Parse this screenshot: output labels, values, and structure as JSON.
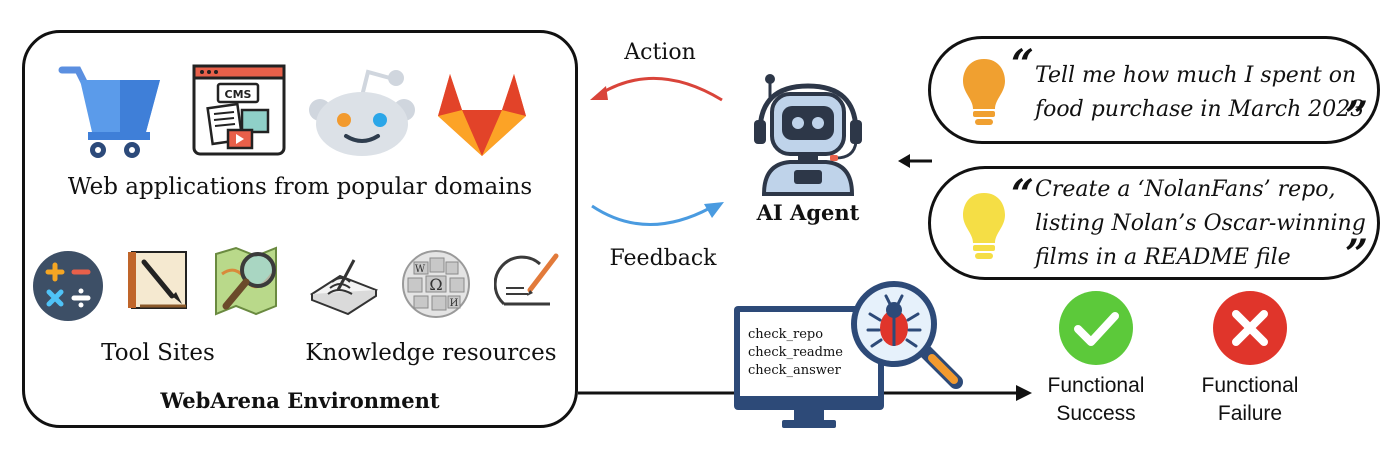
{
  "environment": {
    "web_apps_label": "Web applications from popular domains",
    "tool_sites_label": "Tool Sites",
    "knowledge_label": "Knowledge resources",
    "title": "WebArena Environment"
  },
  "arrows": {
    "action_label": "Action",
    "feedback_label": "Feedback"
  },
  "agent": {
    "label": "AI Agent"
  },
  "intents": [
    {
      "lines": [
        "Tell me how much I spent on",
        "food purchase in March 2023"
      ],
      "bulb_color": "#F0A030"
    },
    {
      "lines": [
        "Create a ‘NolanFans’ repo,",
        "listing Nolan’s Oscar-winning",
        "films in a README file"
      ],
      "bulb_color": "#F5DE45"
    }
  ],
  "quote_open": "“",
  "quote_close": "”",
  "checker": {
    "lines": [
      "check_repo",
      "check_readme",
      "check_answer"
    ]
  },
  "outcomes": {
    "success_line1": "Functional",
    "success_line2": "Success",
    "failure_line1": "Functional",
    "failure_line2": "Failure",
    "success_color": "#5CC93A",
    "failure_color": "#E0352B"
  },
  "icons": [
    "shopping-cart-icon",
    "cms-icon",
    "reddit-icon",
    "gitlab-icon",
    "calculator-icon",
    "notebook-pen-icon",
    "map-magnifier-icon",
    "open-book-icon",
    "wikipedia-globe-icon",
    "scratchpad-icon",
    "robot-icon",
    "lightbulb-icon",
    "monitor-icon",
    "bug-magnifier-icon",
    "check-icon",
    "cross-icon"
  ]
}
